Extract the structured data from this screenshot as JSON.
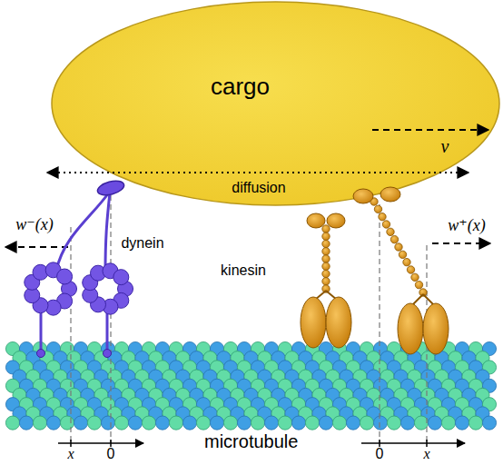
{
  "diagram": {
    "nodes": [
      {
        "text": [
          "microtubule"
        ]
      },
      {
        "text": [
          "cargo"
        ]
      }
    ],
    "labels": [
      "v",
      "diffusion",
      "w⁻(x)",
      "dynein",
      "kinesin",
      "w⁺(x)",
      "x",
      "0",
      "0",
      "x"
    ]
  }
}
